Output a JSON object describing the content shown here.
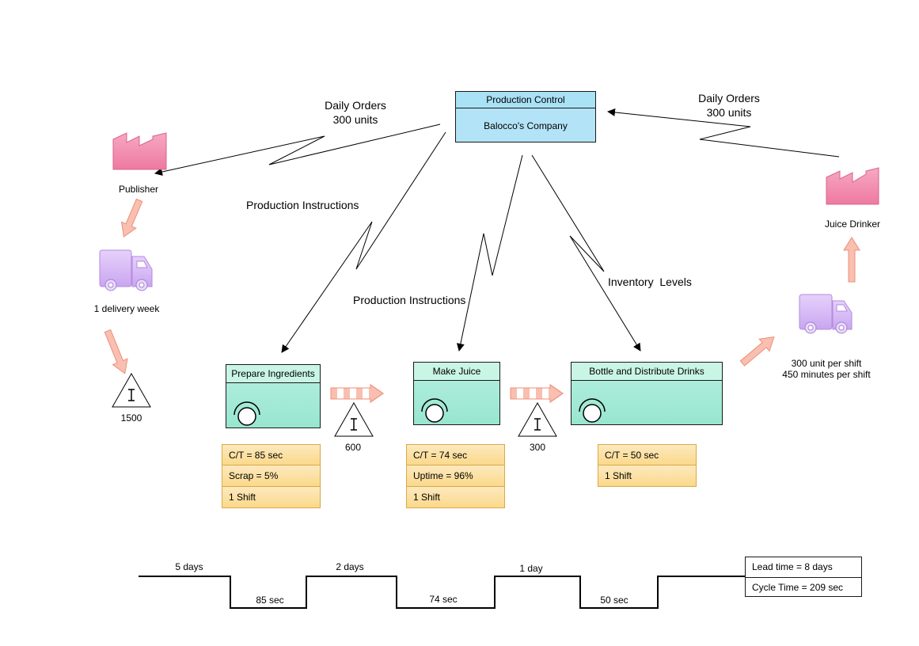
{
  "production_control": {
    "title": "Production Control",
    "company": "Balocco's Company"
  },
  "supplier": {
    "label": "Publisher"
  },
  "customer": {
    "label": "Juice Drinker"
  },
  "orders_left": {
    "line1": "Daily Orders",
    "line2": "300 units"
  },
  "orders_right": {
    "line1": "Daily Orders",
    "line2": "300 units"
  },
  "instructions_1": "Production Instructions",
  "instructions_2": "Production Instructions",
  "inventory_levels": "Inventory  Levels",
  "delivery_in": "1 delivery week",
  "delivery_out": {
    "line1": "300 unit per shift",
    "line2": "450 minutes per shift"
  },
  "inventories": [
    "1500",
    "600",
    "300"
  ],
  "processes": [
    {
      "name": "Prepare Ingredients",
      "data": [
        "C/T = 85 sec",
        "Scrap = 5%",
        "1 Shift"
      ]
    },
    {
      "name": "Make Juice",
      "data": [
        "C/T = 74 sec",
        "Uptime = 96%",
        "1 Shift"
      ]
    },
    {
      "name": "Bottle and Distribute Drinks",
      "data": [
        "C/T = 50 sec",
        "1 Shift"
      ]
    }
  ],
  "timeline": {
    "waits": [
      "5 days",
      "2 days",
      "1 day"
    ],
    "cycles": [
      "85 sec",
      "74 sec",
      "50 sec"
    ]
  },
  "summary": {
    "lead_time": "Lead time = 8 days",
    "cycle_time": "Cycle Time = 209 sec"
  },
  "colors": {
    "factory": "#f48fb1",
    "truck": "#d7b8f5",
    "process": "#a8ecd9",
    "data_box": "#fbd98a",
    "control": "#b3e3f6",
    "push_arrow": "#f9b7a5"
  }
}
